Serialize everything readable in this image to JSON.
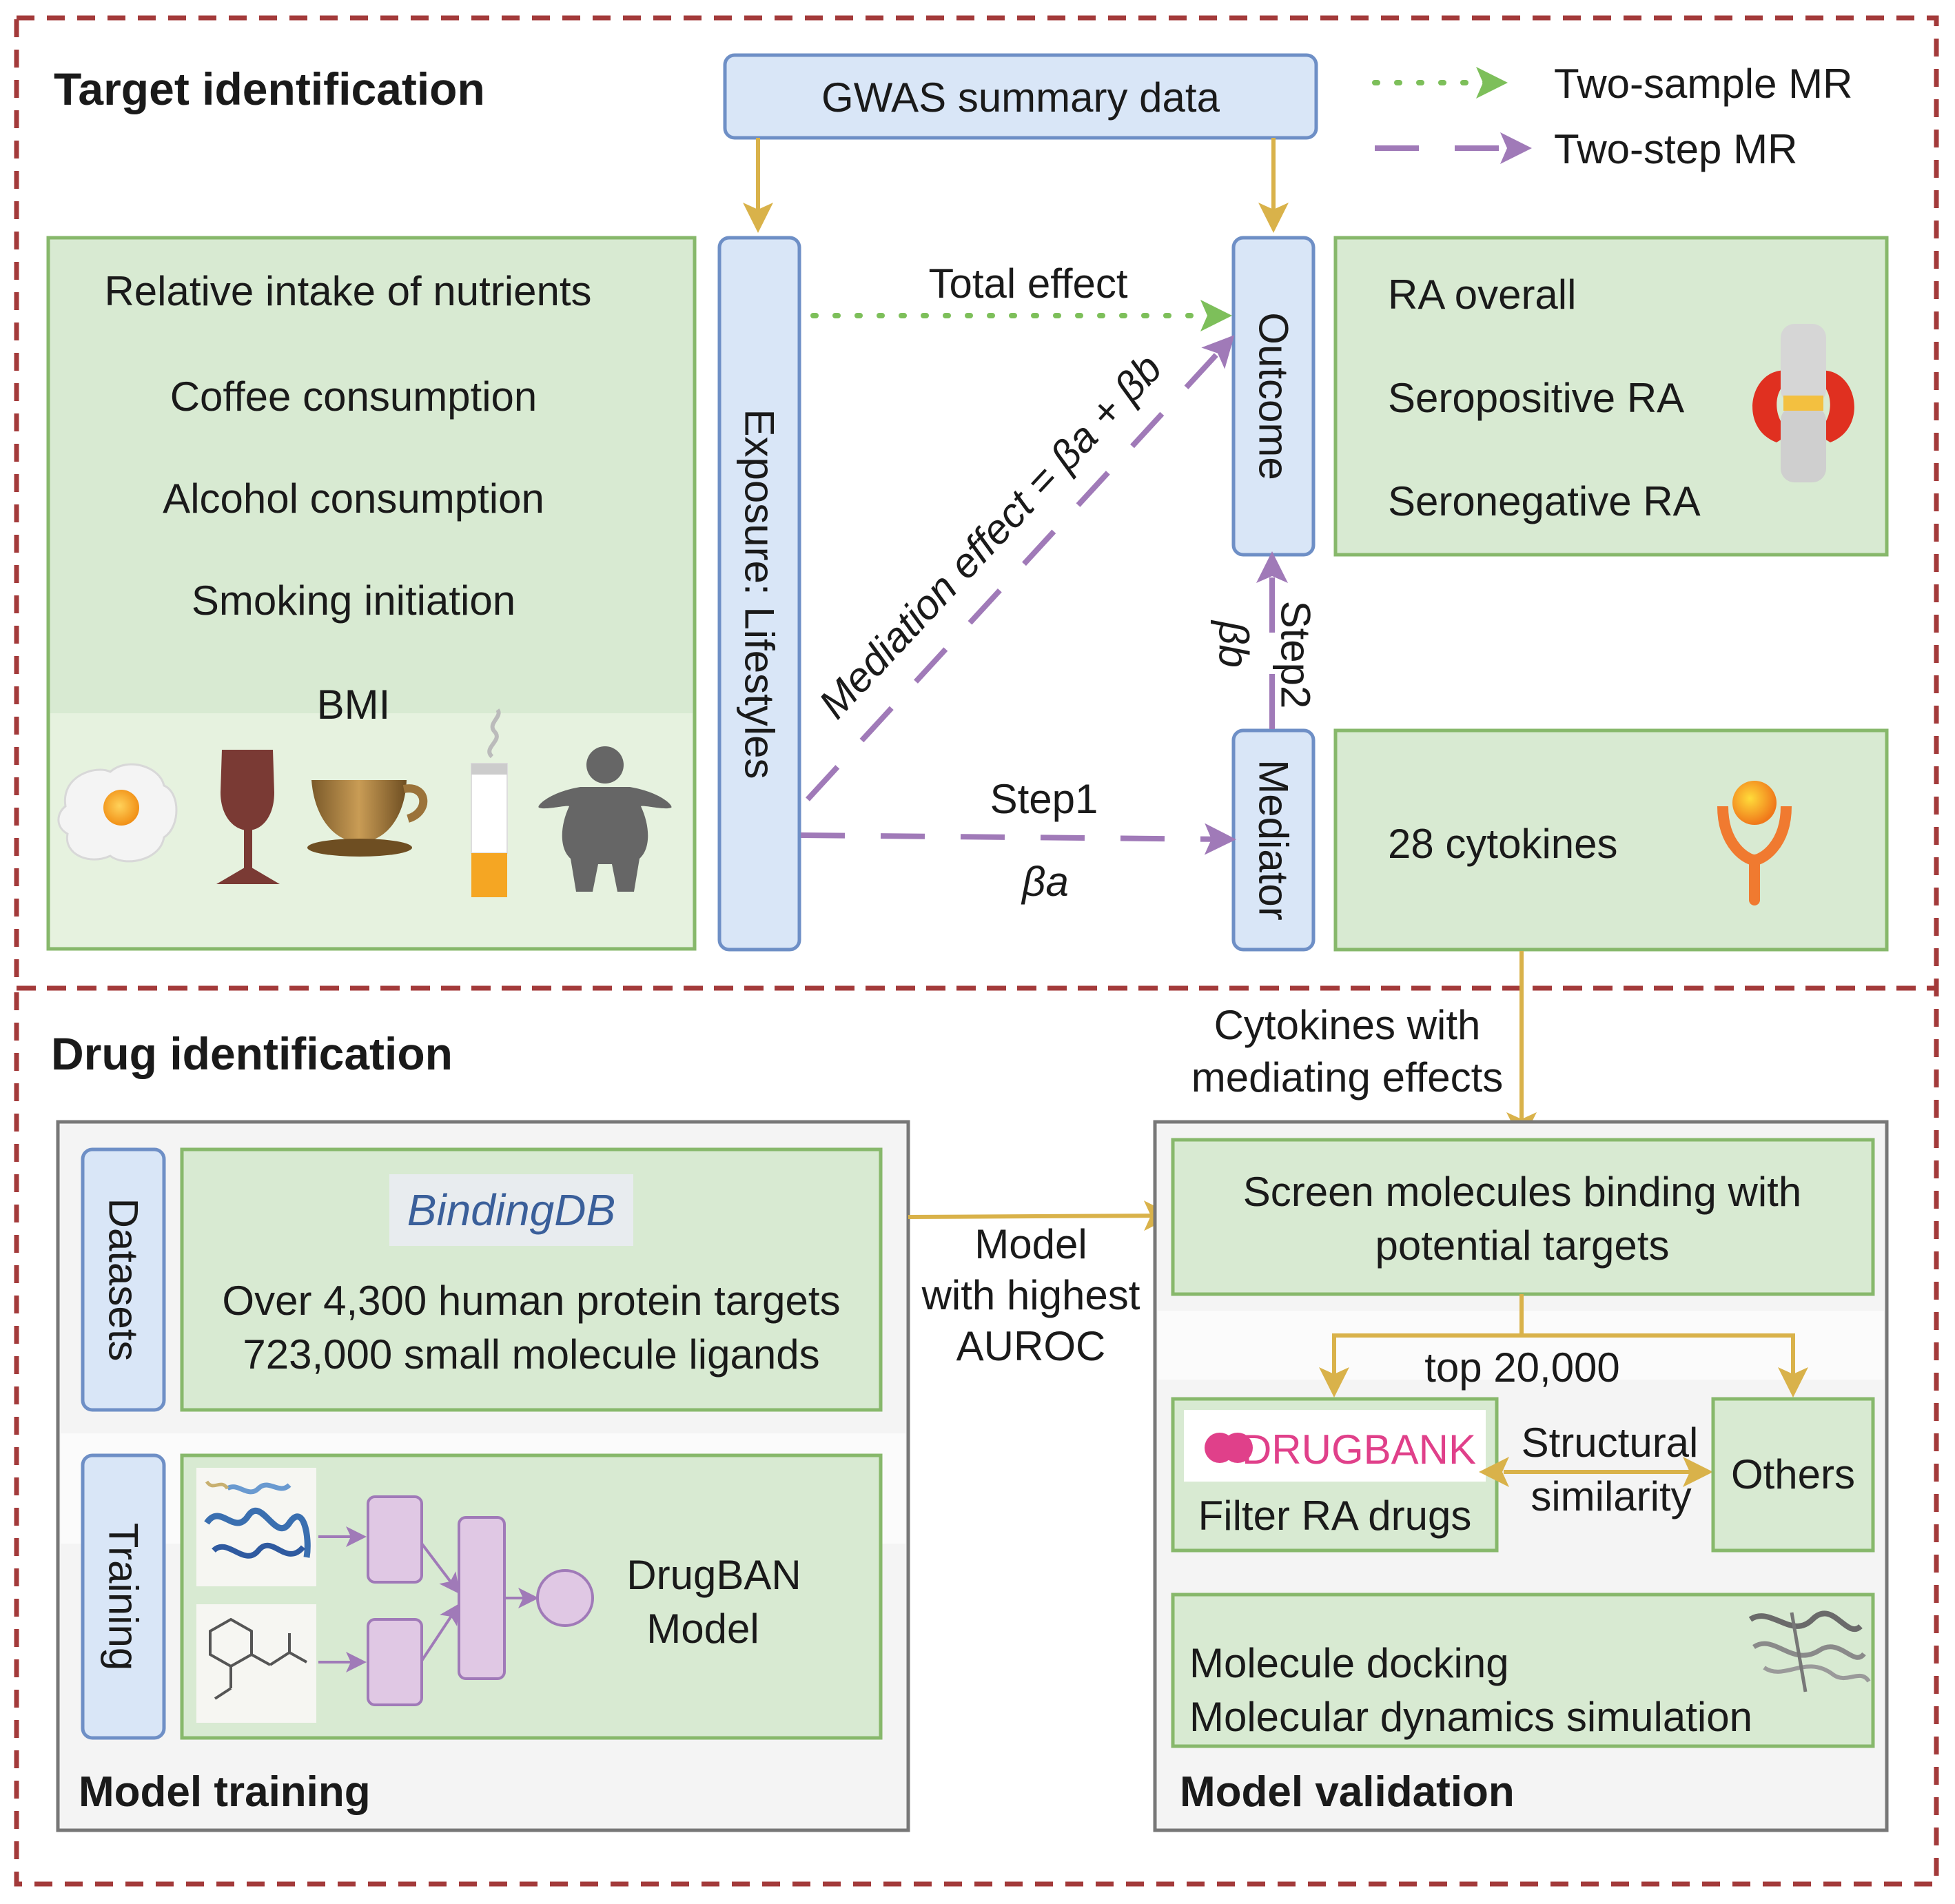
{
  "sections": {
    "target": {
      "title": "Target identification",
      "gwas": "GWAS summary data",
      "exposure_label": "Exposure: Lifestyles",
      "outcome_label": "Outcome",
      "mediator_label": "Mediator",
      "lifestyles": [
        "Relative intake of nutrients",
        "Coffee consumption",
        "Alcohol consumption",
        "Smoking initiation",
        "BMI"
      ],
      "outcomes": [
        "RA overall",
        "Seropositive RA",
        "Seronegative RA"
      ],
      "cytokines": "28 cytokines",
      "total_effect": "Total effect",
      "mediation_effect": "Mediation effect = βa + βb",
      "step1": "Step1",
      "beta_a": "βa",
      "step2": "Step2",
      "beta_b": "βb"
    },
    "drug": {
      "title": "Drug identification",
      "cytokines_mediating": [
        "Cytokines with",
        "mediating effects"
      ],
      "datasets_label": "Datasets",
      "training_label": "Training",
      "bindingdb_logo": "BindingDB",
      "bindingdb_lines": [
        "Over 4,300 human protein targets",
        "723,000 small molecule ligands"
      ],
      "drugban_lines": [
        "DrugBAN",
        "Model"
      ],
      "model_training_title": "Model training",
      "model_auroc": [
        "Model",
        "with highest",
        "AUROC"
      ],
      "screen_lines": [
        "Screen molecules binding with",
        "potential targets"
      ],
      "top": "top 20,000",
      "drugbank_logo": "DRUGBANK",
      "filter_ra": "Filter RA drugs",
      "structural": [
        "Structural",
        "similarity"
      ],
      "others": "Others",
      "docking_lines": [
        "Molecule docking",
        "Molecular dynamics simulation"
      ],
      "model_validation_title": "Model validation"
    }
  },
  "legend": [
    {
      "label": "Two-sample MR",
      "style": "dotted",
      "color": "#7dbf5a"
    },
    {
      "label": "Two-step MR",
      "style": "dashed",
      "color": "#a07ab8"
    }
  ],
  "colors": {
    "section_border": "#a33a3a",
    "green_fill": "#d8ead2",
    "green_stroke": "#87b86b",
    "blue_fill": "#d9e6f7",
    "blue_stroke": "#6e8fc6",
    "arrow_gold": "#d9b24a",
    "purple": "#a07ab8",
    "dotted_green": "#7dbf5a",
    "drugbank": "#e0408a",
    "bindingdb": "#3a5f9a"
  },
  "icons": [
    "egg-icon",
    "wine-glass-icon",
    "coffee-cup-icon",
    "cigarette-icon",
    "person-icon",
    "joint-icon",
    "cytokine-receptor-icon",
    "protein-structure-icon",
    "molecule-structure-icon",
    "docking-icon"
  ]
}
